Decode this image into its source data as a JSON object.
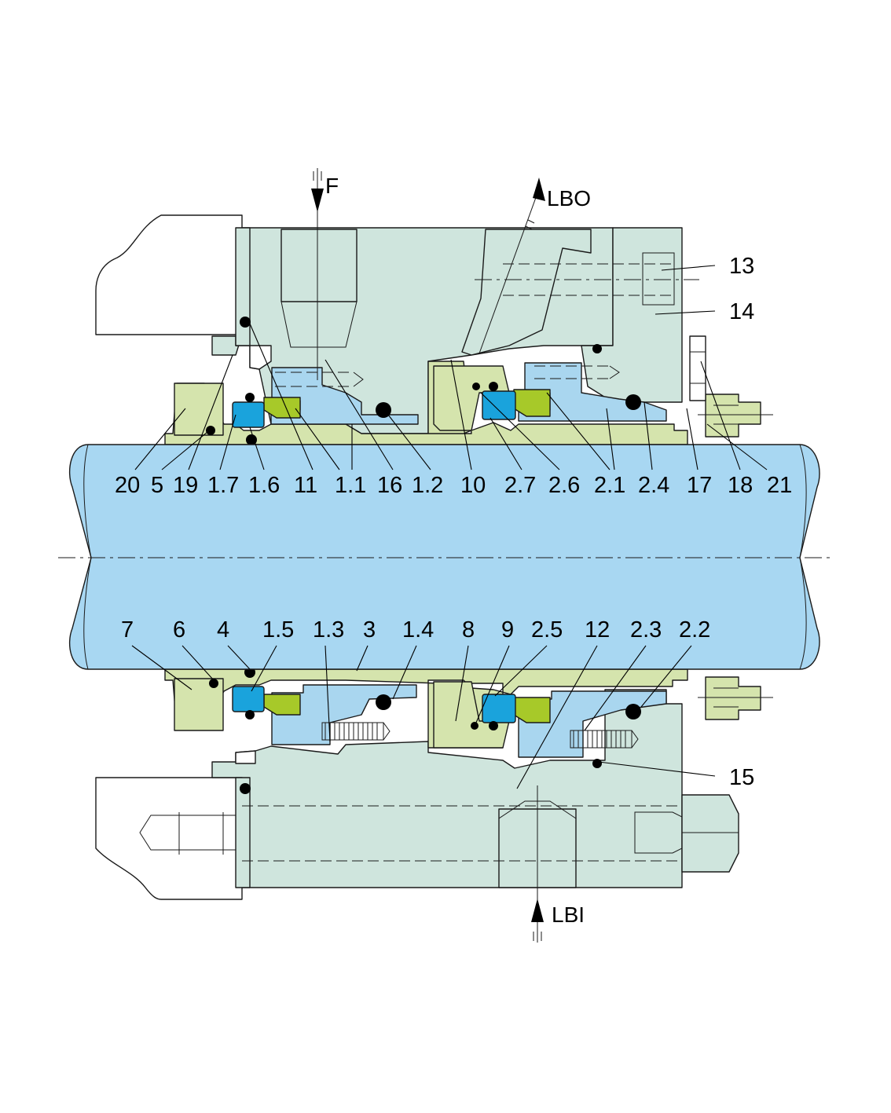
{
  "colors": {
    "housing": "#cfe5dd",
    "sleeve": "#d5e4ad",
    "seat": "#a9d6ef",
    "shaft": "#a8d7f2",
    "face": "#a7c929",
    "ring": "#1aa3dc",
    "oring": "#000000",
    "line": "#1a1a1a"
  },
  "flow": {
    "F": "F",
    "LBO": "LBO",
    "LBI": "LBI"
  },
  "top_labels": [
    "20",
    "5",
    "19",
    "1.7",
    "1.6",
    "11",
    "1.1",
    "16",
    "1.2",
    "10",
    "2.7",
    "2.6",
    "2.1",
    "2.4",
    "17",
    "18",
    "21"
  ],
  "bottom_labels": [
    "7",
    "6",
    "4",
    "1.5",
    "1.3",
    "3",
    "1.4",
    "8",
    "9",
    "2.5",
    "12",
    "2.3",
    "2.2"
  ],
  "side_labels": [
    "13",
    "14",
    "15"
  ]
}
